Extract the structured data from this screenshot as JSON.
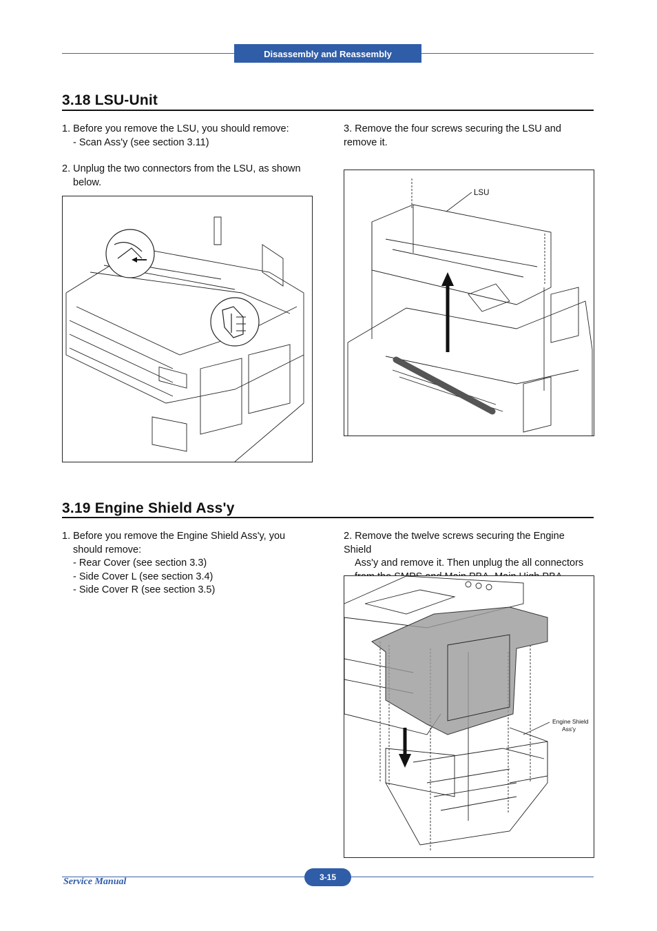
{
  "header": {
    "chapter": "Disassembly and Reassembly"
  },
  "section_318": {
    "title": "3.18  LSU-Unit",
    "step1_line1": "1. Before you remove the LSU, you should remove:",
    "step1_line2": "- Scan Ass'y (see section 3.11)",
    "step2_line1": "2. Unplug the two connectors from the LSU, as shown",
    "step2_line2": "below.",
    "step3_line1": "3. Remove the four screws securing the LSU and",
    "step3_line2": "remove it.",
    "figure_label": "LSU"
  },
  "section_319": {
    "title": "3.19  Engine Shield Ass'y",
    "step1_line1": "1. Before you remove the Engine Shield Ass'y, you",
    "step1_line2": "should remove:",
    "step1_line3": "- Rear Cover (see section 3.3)",
    "step1_line4": "- Side Cover L (see section 3.4)",
    "step1_line5": "- Side Cover R (see section 3.5)",
    "step2_line1": "2. Remove the twelve screws securing the Engine Shield",
    "step2_line2": "Ass'y and remove it. Then unplug the all connectors",
    "step2_line3": "from the SMPS and Main PBA, Main High PBA.",
    "figure_label_line1": "Engine Shield",
    "figure_label_line2": "Ass'y"
  },
  "footer": {
    "left": "Service Manual",
    "page": "3-15"
  }
}
